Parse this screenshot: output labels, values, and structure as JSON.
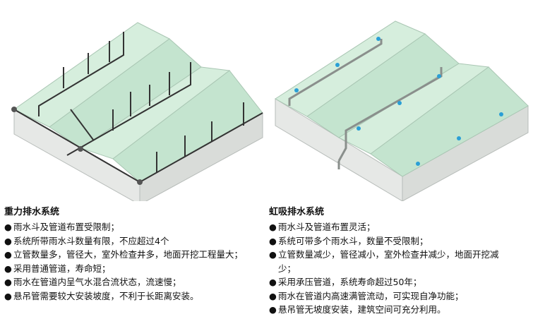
{
  "gravity": {
    "title": "重力排水系统",
    "bullet": "●",
    "points": [
      "雨水斗及管道布置受限制；",
      "系统所带雨水斗数量有限，不应超过4个",
      "立管数量多，管径大，室外检查井多，地面开挖工程量大；",
      "采用普通管道，寿命短；",
      "雨水在管道内呈气水混合流状态，流速慢；",
      "悬吊管需要较大安装坡度，不利于长距离安装。"
    ]
  },
  "siphon": {
    "title": "虹吸排水系统",
    "bullet": "●",
    "points": [
      "雨水斗及管道布置灵活；",
      "系统可带多个雨水斗，数量不受限制；",
      "立管数量减少，管径减小，室外检查井减少，地面开挖减少；",
      "采用承压管道，系统寿命超过50年；",
      "雨水在管道内高速满管流动，可实现自净功能；",
      "悬吊管无坡度安装，建筑空间可充分利用。"
    ]
  },
  "colors": {
    "roof": "#d6eedd",
    "roof_dark": "#c4e4cf",
    "wall": "#e6e8e6",
    "wall_dark": "#d9dcd9",
    "edge": "#9aa39e",
    "pipe": "#333333",
    "pipe_gray": "#8a8f8c",
    "drain_blue": "#2a9fd6"
  }
}
